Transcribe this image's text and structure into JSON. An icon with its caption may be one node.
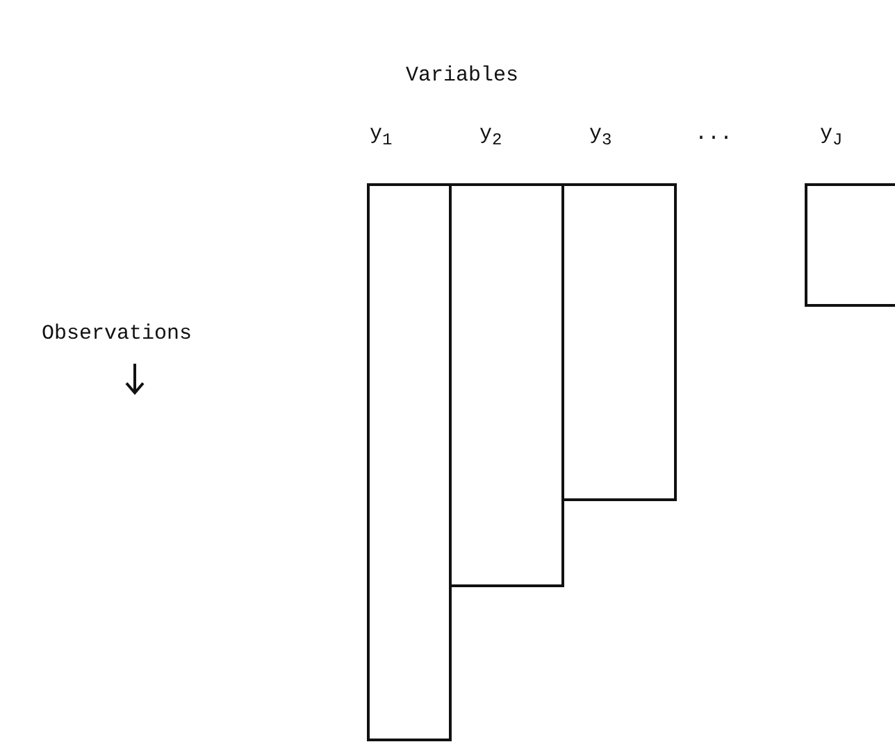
{
  "diagram": {
    "nodes": [
      {
        "text": [],
        "shape": "bar"
      },
      {
        "text": [],
        "shape": "bar"
      },
      {
        "text": [],
        "shape": "bar"
      },
      {
        "text": [],
        "shape": "bar"
      }
    ],
    "labels": [
      "Variables",
      "y$_{1}$",
      "y$_{2}$",
      "y$_{3}$",
      "...",
      "y$_{J}$",
      "Observations"
    ]
  }
}
